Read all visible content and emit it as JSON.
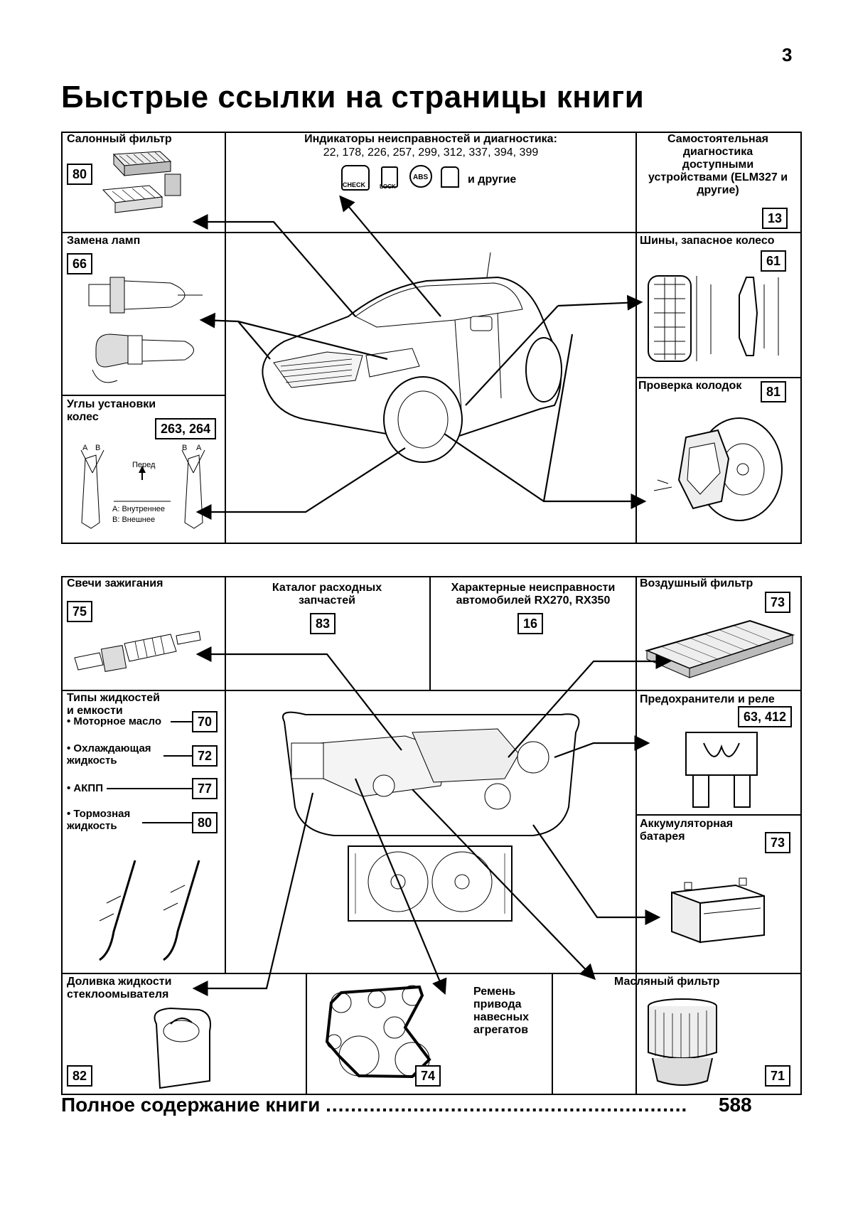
{
  "page_number": "3",
  "title": "Быстрые ссылки на страницы книги",
  "top_section": {
    "cabin_filter": {
      "label": "Салонный фильтр",
      "page": "80"
    },
    "indicators": {
      "label": "Индикаторы неисправностей и диагностика:",
      "pages": "22, 178, 226, 257, 299, 312, 337, 394, 399",
      "icon_check": "CHECK",
      "icon_lock": "LOCK",
      "icon_abs": "ABS",
      "others": "и другие"
    },
    "self_diag": {
      "label": "Самостоятельная диагностика доступными устройствами (ELM327 и другие)",
      "page": "13"
    },
    "lamps": {
      "label": "Замена ламп",
      "page": "66"
    },
    "tires": {
      "label": "Шины, запасное колесо",
      "page": "61"
    },
    "brake_pads": {
      "label": "Проверка колодок",
      "page": "81"
    },
    "wheel_align": {
      "label_line1": "Углы установки",
      "label_line2": "колес",
      "page": "263, 264",
      "front": "Перед",
      "inner": "A: Внутреннее",
      "outer": "B: Внешнее",
      "a": "A",
      "b": "B"
    }
  },
  "bottom_section": {
    "spark_plugs": {
      "label": "Свечи зажигания",
      "page": "75"
    },
    "parts_catalog": {
      "label": "Каталог расходных запчастей",
      "page": "83"
    },
    "typical_faults": {
      "label": "Характерные неисправности автомобилей RX270, RX350",
      "page": "16"
    },
    "air_filter": {
      "label": "Воздушный фильтр",
      "page": "73"
    },
    "fluids": {
      "label_line1": "Типы жидкостей",
      "label_line2": "и емкости",
      "items": [
        {
          "label": "Моторное масло",
          "page": "70"
        },
        {
          "label": "Охлаждающая жидкость",
          "page": "72"
        },
        {
          "label": "АКПП",
          "page": "77"
        },
        {
          "label": "Тормозная жидкость",
          "page": "80"
        }
      ]
    },
    "fuses": {
      "label": "Предохранители и реле",
      "page": "63, 412"
    },
    "battery": {
      "label": "Аккумуляторная батарея",
      "page": "73"
    },
    "washer": {
      "label": "Доливка жидкости стеклоомывателя",
      "page": "82"
    },
    "belt": {
      "label": "Ремень привода навесных агрегатов",
      "page": "74"
    },
    "oil_filter": {
      "label": "Масляный фильтр",
      "page": "71"
    }
  },
  "footer": {
    "label": "Полное содержание книги",
    "dots": "..........................................................",
    "page": "588"
  }
}
